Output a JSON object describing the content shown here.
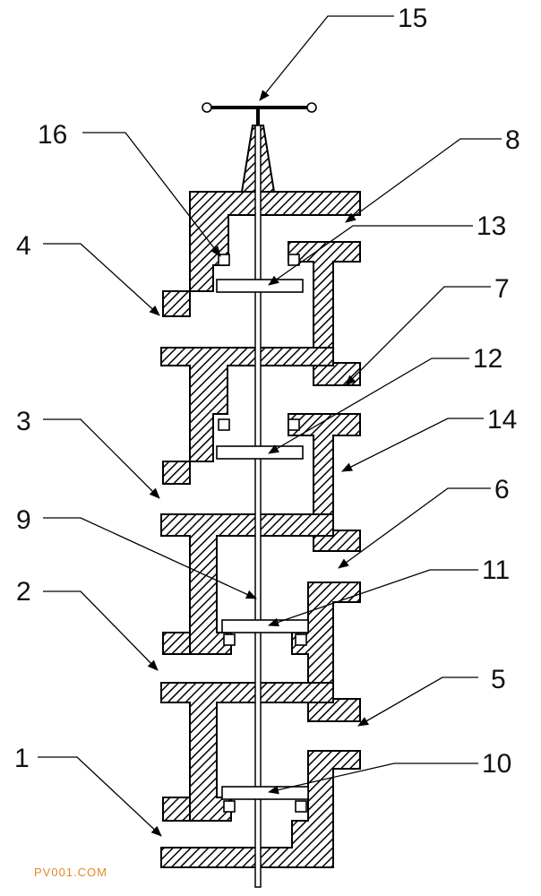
{
  "labels": {
    "l1": "1",
    "l2": "2",
    "l3": "3",
    "l4": "4",
    "l5": "5",
    "l6": "6",
    "l7": "7",
    "l8": "8",
    "l9": "9",
    "l10": "10",
    "l11": "11",
    "l12": "12",
    "l13": "13",
    "l14": "14",
    "l15": "15",
    "l16": "16"
  },
  "watermark": "PV001.COM"
}
